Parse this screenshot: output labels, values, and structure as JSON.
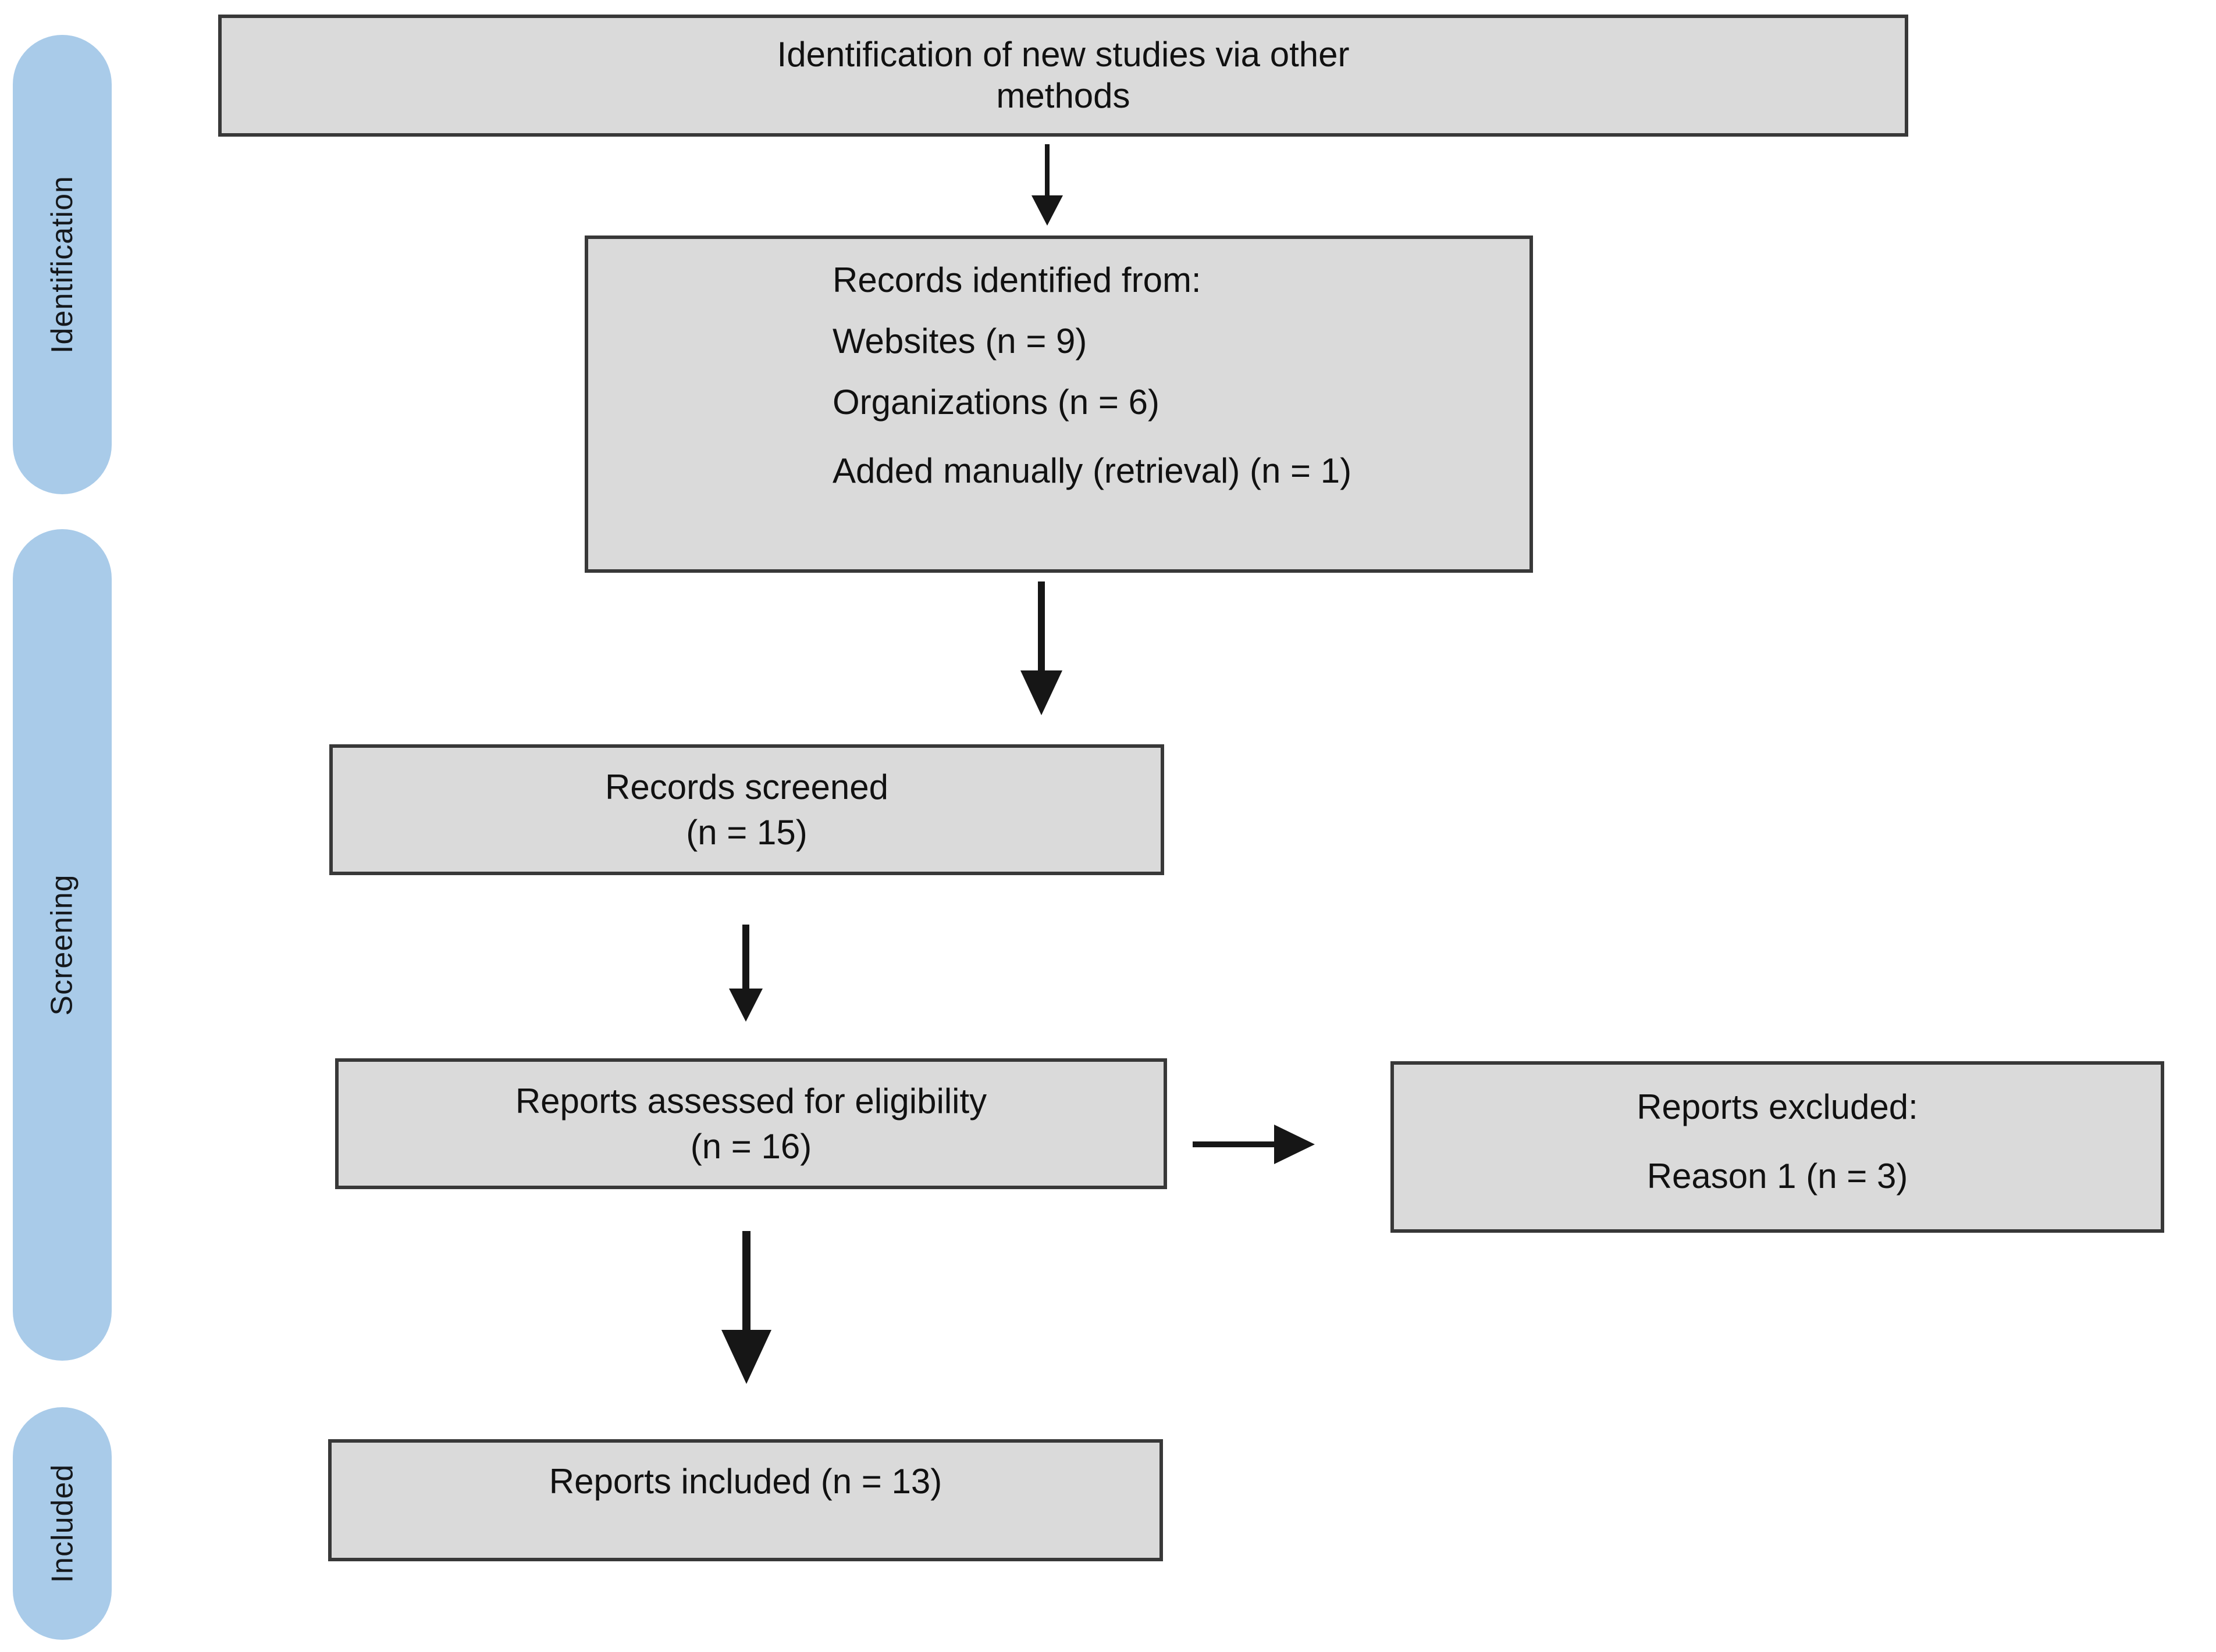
{
  "sidebar": {
    "stages": [
      {
        "id": "identification",
        "label": "Identification"
      },
      {
        "id": "screening",
        "label": "Screening"
      },
      {
        "id": "included",
        "label": "Included"
      }
    ]
  },
  "flow": {
    "identification_methods": {
      "lines": [
        "Identification of new studies via other",
        "methods"
      ]
    },
    "records_identified": {
      "heading": "Records identified from:",
      "items": [
        "Websites (n = 9)",
        "Organizations (n = 6)",
        "Added manually (retrieval) (n = 1)"
      ]
    },
    "records_screened": {
      "lines": [
        "Records screened",
        "(n = 15)"
      ]
    },
    "reports_assessed": {
      "lines": [
        "Reports assessed for eligibility",
        "(n = 16)"
      ]
    },
    "reports_excluded": {
      "heading": "Reports excluded:",
      "items": [
        "Reason 1 (n = 3)"
      ]
    },
    "reports_included": {
      "lines": [
        "Reports included (n = 13)"
      ]
    }
  },
  "colors": {
    "background": "#ffffff",
    "box_fill": "#dadada",
    "box_border": "#383838",
    "pill_fill": "#a9cbe9",
    "arrow": "#161616",
    "text": "#111111"
  }
}
